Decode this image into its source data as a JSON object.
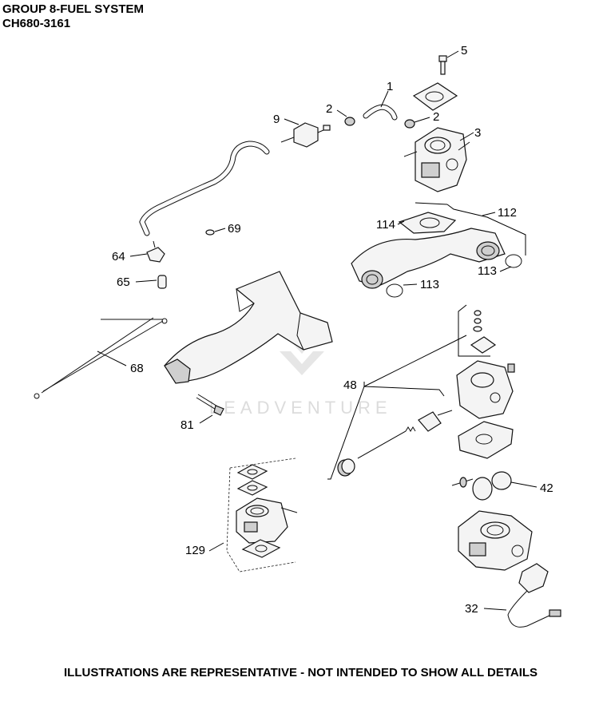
{
  "header": {
    "title": "GROUP 8-FUEL SYSTEM",
    "model": "CH680-3161"
  },
  "watermark": "LEADVENTURE",
  "callouts": {
    "c1": "1",
    "c2a": "2",
    "c2b": "2",
    "c3": "3",
    "c5": "5",
    "c9": "9",
    "c32": "32",
    "c42": "42",
    "c48": "48",
    "c64": "64",
    "c65": "65",
    "c68": "68",
    "c69": "69",
    "c81": "81",
    "c112": "112",
    "c113a": "113",
    "c113b": "113",
    "c114": "114",
    "c129": "129"
  },
  "footer": {
    "note": "ILLUSTRATIONS ARE REPRESENTATIVE - NOT INTENDED TO SHOW ALL DETAILS"
  }
}
